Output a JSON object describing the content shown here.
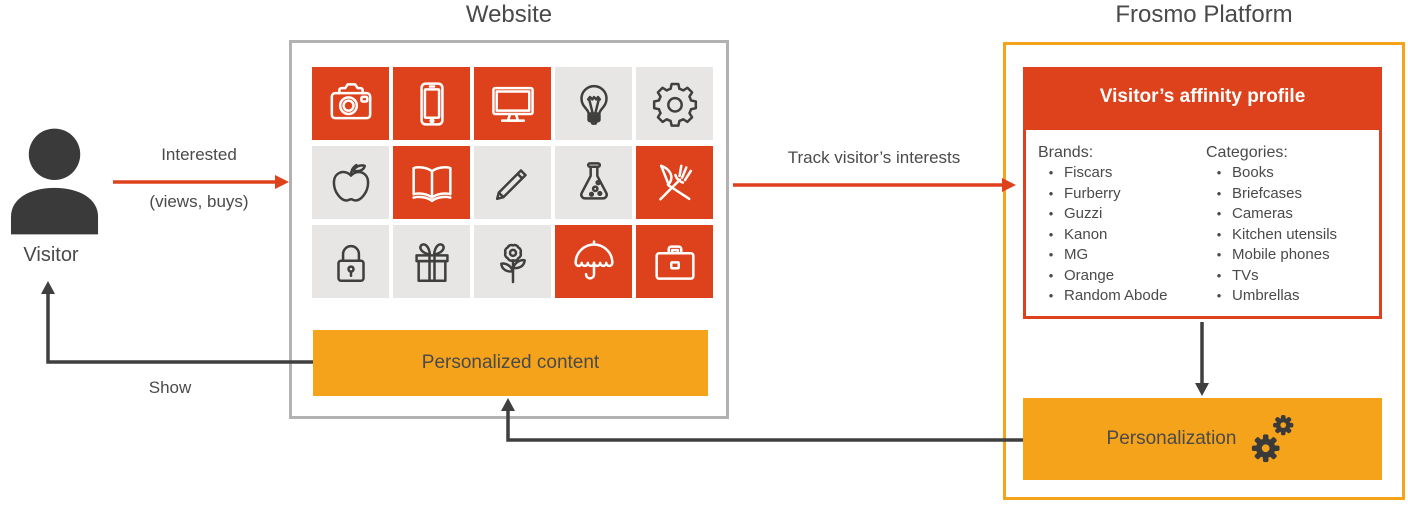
{
  "titles": {
    "website": "Website",
    "frosmo": "Frosmo Platform"
  },
  "visitor": {
    "label": "Visitor"
  },
  "arrows": {
    "interested": {
      "label_top": "Interested",
      "label_bottom": "(views, buys)"
    },
    "track": {
      "label": "Track visitor’s interests"
    },
    "show": {
      "label": "Show"
    }
  },
  "website": {
    "personalized_content": "Personalized content",
    "tiles": [
      {
        "icon": "camera",
        "variant": "red"
      },
      {
        "icon": "smartphone",
        "variant": "red"
      },
      {
        "icon": "monitor",
        "variant": "red"
      },
      {
        "icon": "lightbulb",
        "variant": "gray"
      },
      {
        "icon": "gear",
        "variant": "gray"
      },
      {
        "icon": "apple",
        "variant": "gray"
      },
      {
        "icon": "book",
        "variant": "red"
      },
      {
        "icon": "pencil",
        "variant": "gray"
      },
      {
        "icon": "flask",
        "variant": "gray"
      },
      {
        "icon": "cutlery",
        "variant": "red"
      },
      {
        "icon": "padlock",
        "variant": "gray"
      },
      {
        "icon": "gift",
        "variant": "gray"
      },
      {
        "icon": "flower",
        "variant": "gray"
      },
      {
        "icon": "umbrella",
        "variant": "red"
      },
      {
        "icon": "briefcase",
        "variant": "red"
      }
    ]
  },
  "frosmo": {
    "affinity_title": "Visitor’s affinity profile",
    "brands_label": "Brands:",
    "brands": [
      "Fiscars",
      "Furberry",
      "Guzzi",
      "Kanon",
      "MG",
      "Orange",
      "Random Abode"
    ],
    "categories_label": "Categories:",
    "categories": [
      "Books",
      "Briefcases",
      "Cameras",
      "Kitchen utensils",
      "Mobile phones",
      "TVs",
      "Umbrellas"
    ],
    "personalization": "Personalization",
    "bullet_char": "•"
  },
  "colors": {
    "red": "#dd421c",
    "orange": "#f6a31c",
    "tile_gray": "#e7e6e4",
    "dark": "#3f3f3f",
    "text": "#4a4a4a",
    "border_gray": "#b2b2b2"
  }
}
